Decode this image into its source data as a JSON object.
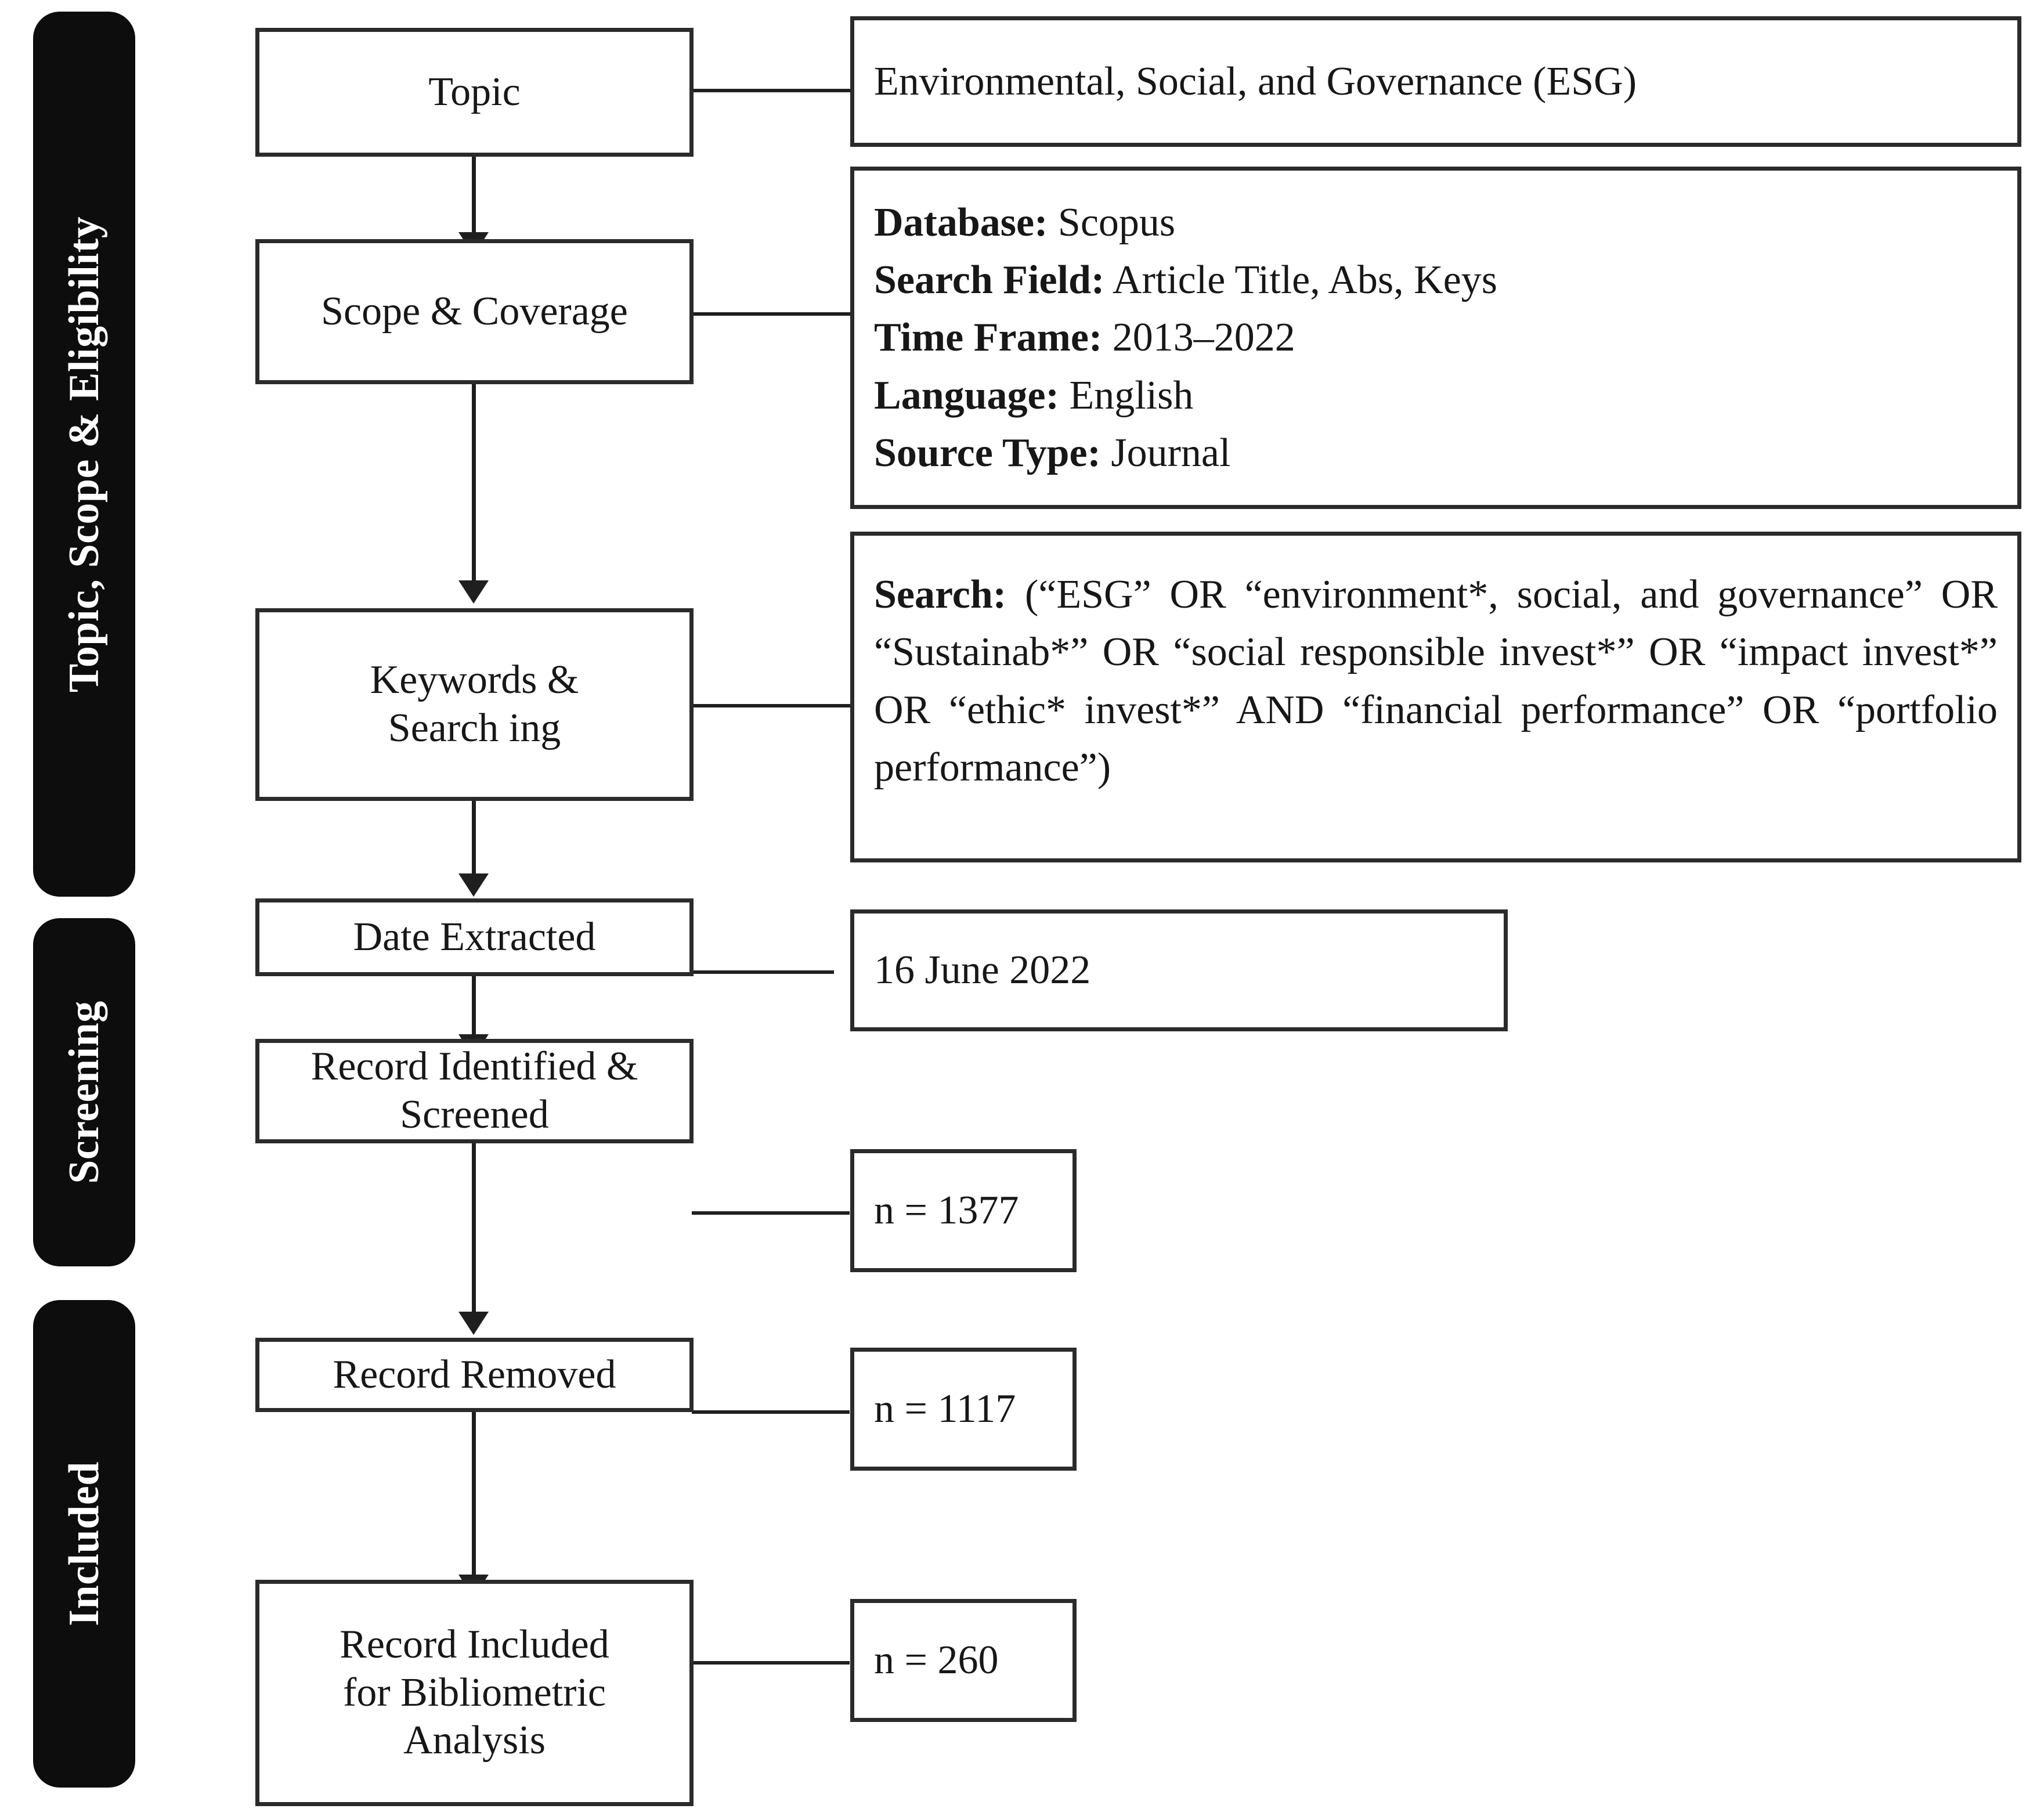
{
  "diagram": {
    "title": "PRISMA-style literature search and selection flowchart",
    "stages": [
      {
        "id": "stage-topic-scope-eligibility",
        "label": "Topic, Scope & Eligibility"
      },
      {
        "id": "stage-screening",
        "label": "Screening"
      },
      {
        "id": "stage-included",
        "label": "Included"
      }
    ],
    "nodes": [
      {
        "id": "node-topic",
        "label": "Topic"
      },
      {
        "id": "node-scope-coverage",
        "label": "Scope & Coverage"
      },
      {
        "id": "node-keywords-searching",
        "label": "Keywords &\nSearch ing"
      },
      {
        "id": "node-date-extracted",
        "label": "Date Extracted"
      },
      {
        "id": "node-record-identified-screened",
        "label": "Record Identified &\nScreened"
      },
      {
        "id": "node-record-removed",
        "label": "Record Removed"
      },
      {
        "id": "node-record-included",
        "label": "Record Included\nfor Bibliometric\nAnalysis"
      }
    ],
    "details": {
      "topic_value": "Environmental, Social, and Governance (ESG)",
      "scope": {
        "rows": [
          {
            "key": "Database:",
            "value": "Scopus"
          },
          {
            "key": "Search Field:",
            "value": "Article Title, Abs, Keys"
          },
          {
            "key": "Time Frame:",
            "value": "2013–2022"
          },
          {
            "key": "Language:",
            "value": "English"
          },
          {
            "key": "Source Type:",
            "value": "Journal"
          }
        ]
      },
      "search": {
        "key": "Search:",
        "value": "(“ESG” OR “environment*, social, and governance” OR “Sustainab*” OR “social responsible invest*” OR “impact invest*” OR “ethic* invest*” AND “financial performance” OR “portfolio performance”)"
      },
      "date_extracted_value": "16 June 2022",
      "count_identified_screened": "n = 1377",
      "count_removed": "n = 1117",
      "count_included": "n = 260"
    },
    "colors": {
      "stage_bar_background": "#0d0d0d",
      "stage_bar_text": "#ffffff",
      "box_border": "#2b2b2b",
      "box_background": "#ffffff",
      "connector": "#1f1f1f",
      "text": "#171717"
    }
  }
}
